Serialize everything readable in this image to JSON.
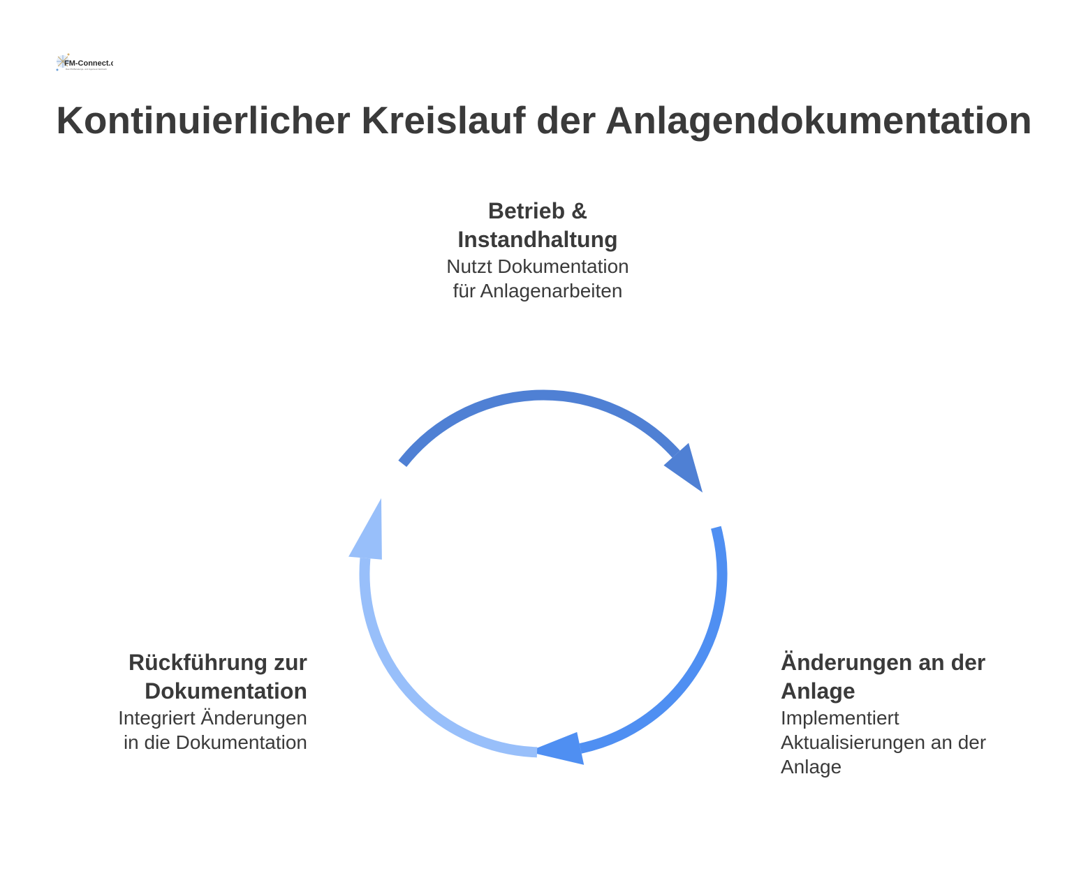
{
  "logo": {
    "brand": "FM-Connect.com",
    "tagline": "Das FM-Beratungs- und Ingenieur-Netzwerk"
  },
  "title": "Kontinuierlicher Kreislauf der Anlagendokumentation",
  "stages": [
    {
      "title": "Betrieb & Instandhaltung",
      "description": "Nutzt Dokumentation für Anlagenarbeiten",
      "color": "#4f80d4"
    },
    {
      "title": "Änderungen an der Anlage",
      "description": "Implementiert Aktualisierungen an der Anlage",
      "color": "#4f8ff2"
    },
    {
      "title": "Rückführung zur Dokumentation",
      "description": "Integriert Änderungen in die Dokumentation",
      "color": "#98bffa"
    }
  ]
}
